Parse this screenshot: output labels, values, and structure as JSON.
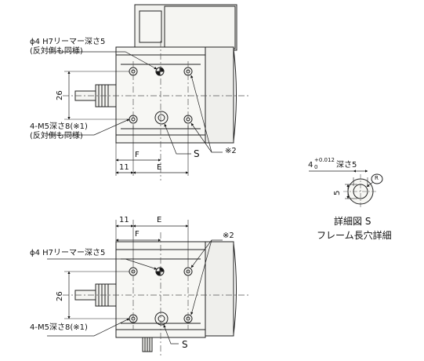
{
  "top_view": {
    "reamer_note": "ϕ4 H7リーマー深さ5",
    "reamer_note_sub": "(反対側も同様)",
    "thread_note": "4-M5深さ8(※1)",
    "thread_note_sub": "(反対側も同様)",
    "dim_height": "26",
    "dim_f": "F",
    "dim_11": "11",
    "dim_e": "E",
    "callout_s": "S",
    "callout_note2": "※2"
  },
  "bottom_view": {
    "dim_11": "11",
    "dim_e": "E",
    "dim_f": "F",
    "callout_note2": "※2",
    "reamer_note": "ϕ4 H7リーマー深さ5",
    "dim_height": "26",
    "thread_note": "4-M5深さ8(※1)",
    "callout_s": "S"
  },
  "detail_s": {
    "tolerance_base": "4",
    "tolerance_upper": "+0.012",
    "tolerance_lower": "0",
    "depth_text": "深さ5",
    "dim_5": "5",
    "radius_label": "R",
    "title": "詳細図 S",
    "subtitle": "フレーム長穴詳細"
  }
}
